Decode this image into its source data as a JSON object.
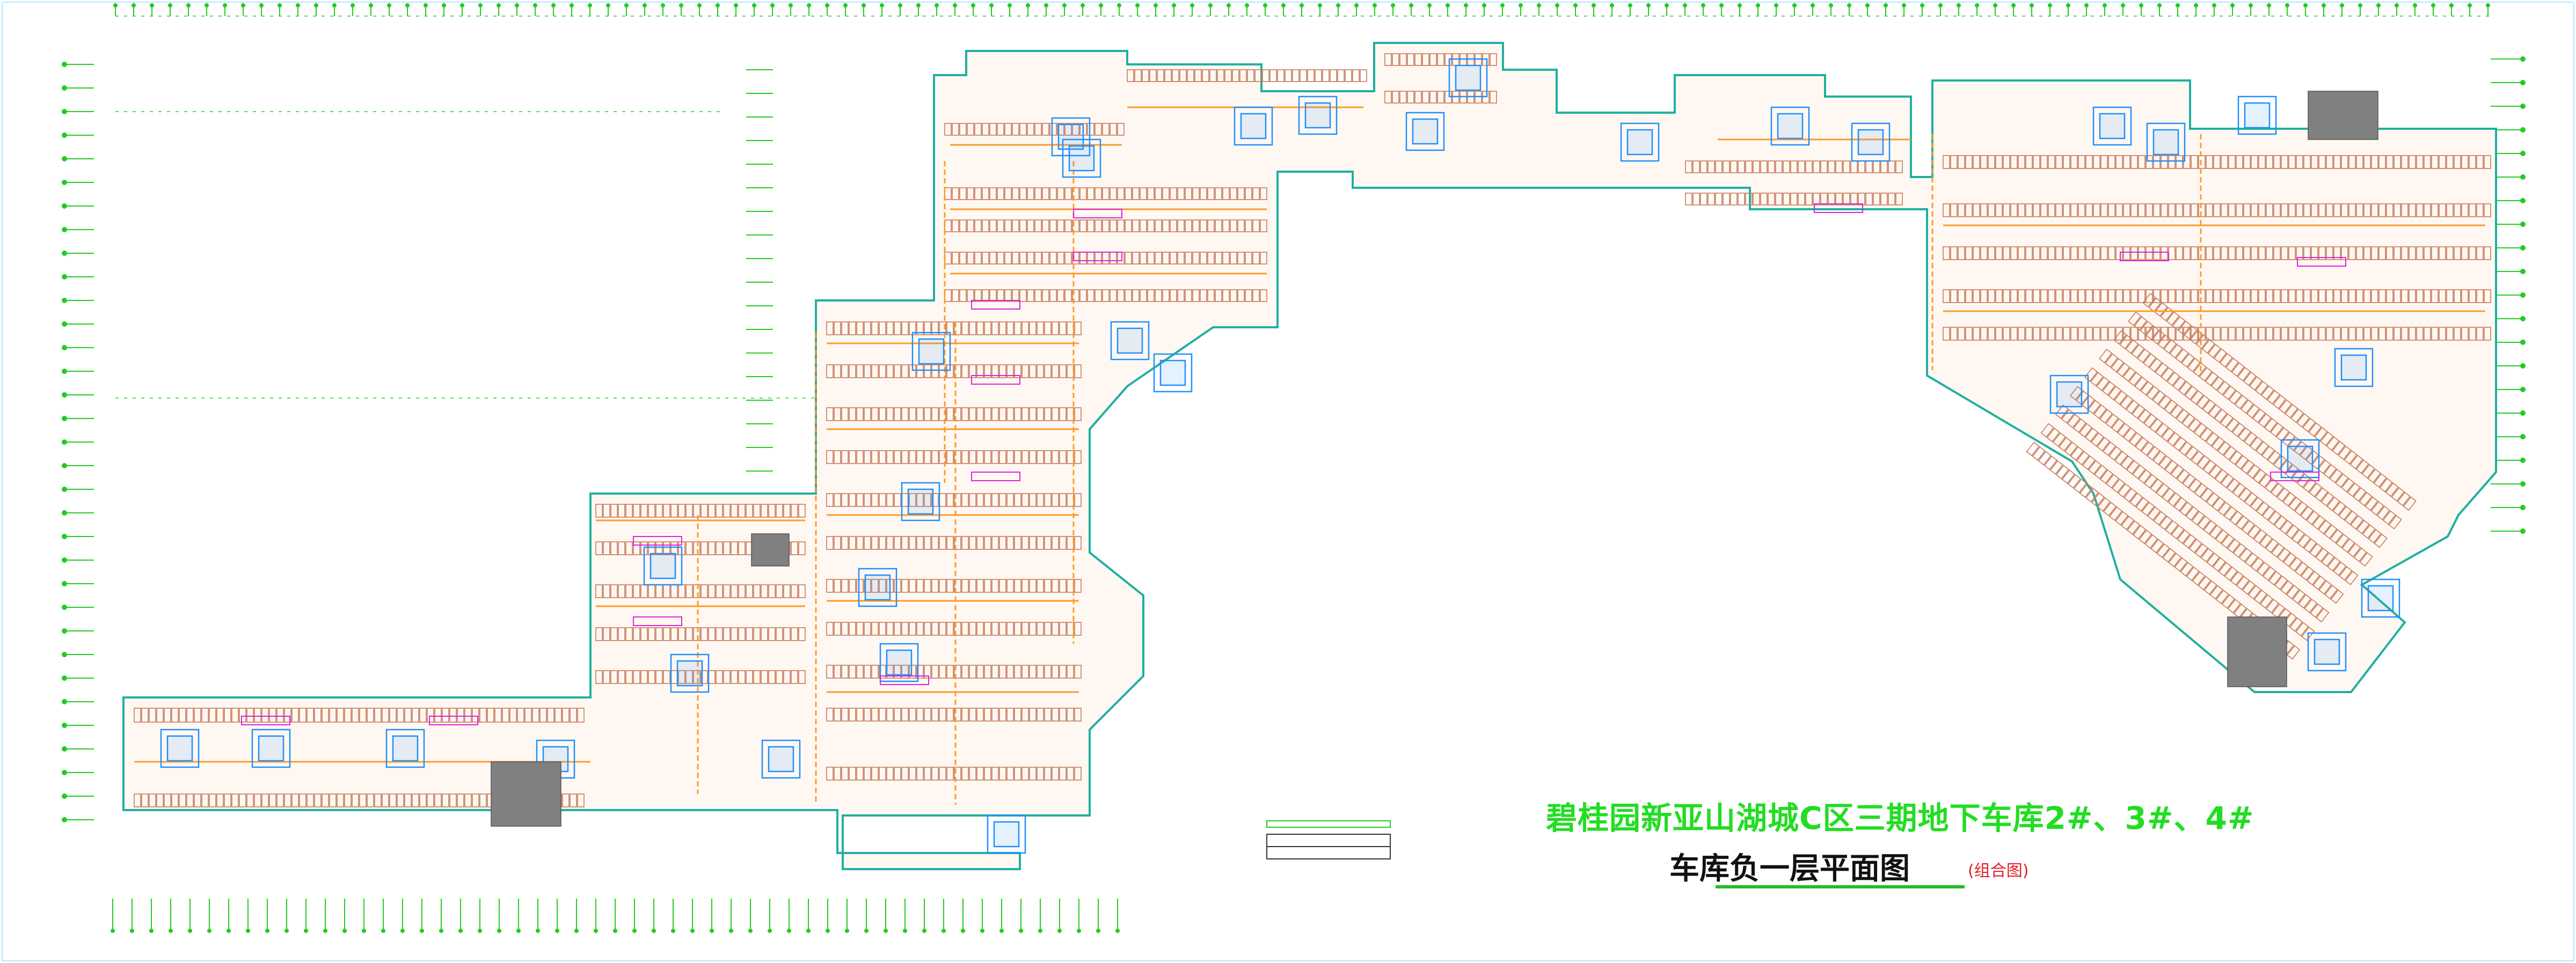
{
  "drawing": {
    "title_main": "碧桂园新亚山湖城C区三期地下车库2#、3#、4#",
    "title_sub": "车库负一层平面图",
    "title_note": "(组合图)"
  },
  "colors": {
    "background": "#ffffff",
    "grid_line": "#22cc22",
    "wall": "#20b0a0",
    "parking": "#c87a5a",
    "core": "#1e90ff",
    "label": "#e020e0",
    "lane": "#ff9a2a",
    "shaded": "#808080",
    "title_main": "#22dd22",
    "title_sub": "#111111",
    "title_note": "#e0202a"
  }
}
